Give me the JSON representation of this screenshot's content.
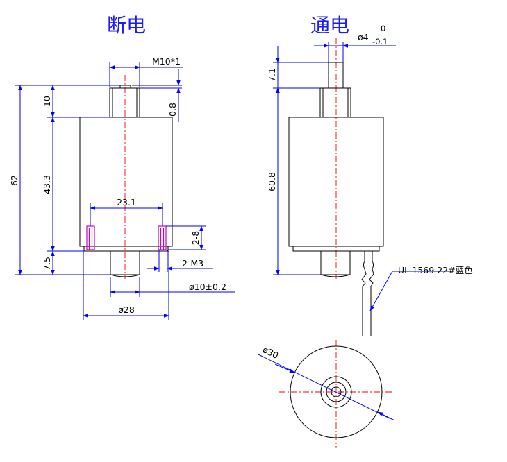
{
  "titles": {
    "left": "断电",
    "right": "通电"
  },
  "left_view": {
    "thread": "M10*1",
    "overall_height": "62",
    "top_length": "10",
    "top_gap": "0.8",
    "body_height": "43.3",
    "bottom_length": "7.5",
    "hole_spacing": "23.1",
    "hole_depth": "2-8",
    "holes": "2-M3",
    "shaft_dia": "ø10±0.2",
    "body_dia": "ø28"
  },
  "right_view": {
    "pin_dia_main": "ø4",
    "pin_tol_upper": "0",
    "pin_tol_lower": "-0.1",
    "pin_stroke": "7.1",
    "height": "60.8",
    "wire_label": "UL-1569 22#蓝色"
  },
  "bottom_view": {
    "diameter": "ø30"
  },
  "colors": {
    "dimension": "#0000ff",
    "outline": "#000000",
    "centerline": "#ff0000",
    "holes": "#cc00cc",
    "title": "#1a1aff"
  }
}
